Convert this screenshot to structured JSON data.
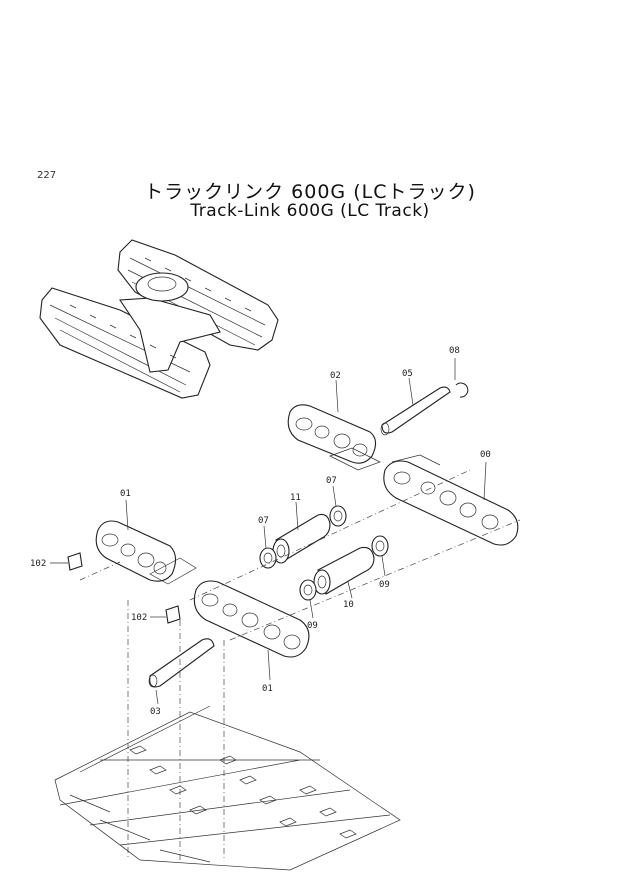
{
  "page": {
    "number": "227"
  },
  "title": {
    "japanese": "トラックリンク 600G (LCトラック)",
    "english": "Track-Link 600G (LC Track)"
  },
  "callouts": {
    "c08": "08",
    "c02": "02",
    "c05": "05",
    "c00": "00",
    "c07a": "07",
    "c11": "11",
    "c07b": "07",
    "c09a": "09",
    "c10": "10",
    "c09b": "09",
    "c01a": "01",
    "c102a": "102",
    "c102b": "102",
    "c01b": "01",
    "c03": "03"
  }
}
